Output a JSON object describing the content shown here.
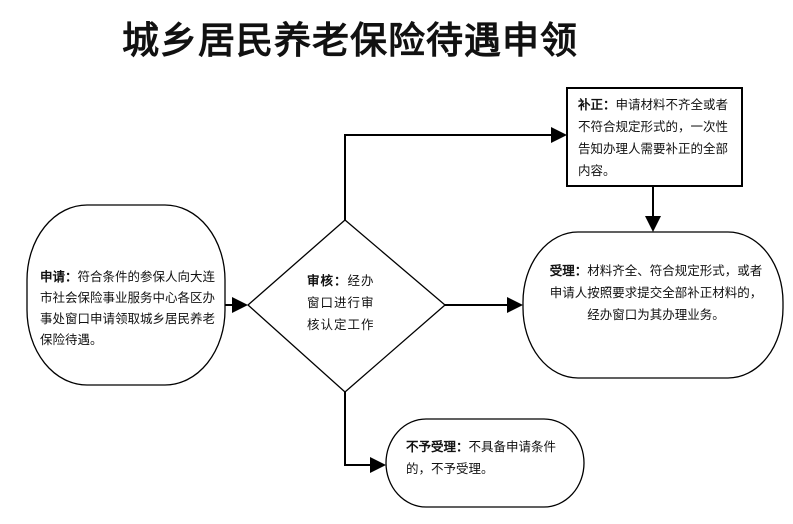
{
  "title": "城乡居民养老保险待遇申领",
  "nodes": {
    "apply": {
      "label": "申请：",
      "text": "符合条件的参保人向大连市社会保险事业服务中心各区办事处窗口申请领取城乡居民养老保险待遇。"
    },
    "review": {
      "label": "审核：",
      "text": "经办窗口进行审核认定工作"
    },
    "supplement": {
      "label": "补正：",
      "text": "申请材料不齐全或者不符合规定形式的，一次性告知办理人需要补正的全部内容。"
    },
    "accept": {
      "label": "受理：",
      "text": "材料齐全、符合规定形式，或者申请人按照要求提交全部补正材料的，经办窗口为其办理业务。"
    },
    "reject": {
      "label": "不予受理：",
      "text": "不具备申请条件的，不予受理。"
    }
  }
}
